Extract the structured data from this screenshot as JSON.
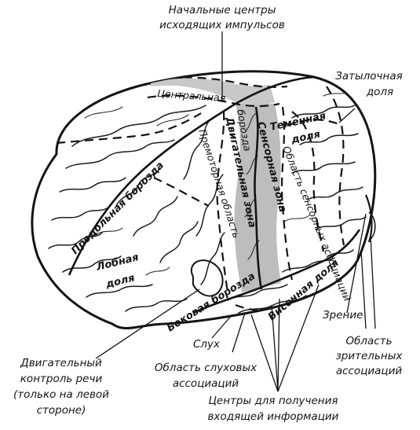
{
  "labels": {
    "outgoing_centers": [
      "Начальные центры",
      "исходящих импульсов"
    ],
    "occipital_lobe": [
      "Затылочная",
      "доля"
    ],
    "central_sulcus": "Центральная",
    "sulcus_word": "борозда",
    "motor_zone": "Двигательная зона",
    "sensory_zone": "Сенсорная зона",
    "parietal_lobe": [
      "Теменная",
      "доля"
    ],
    "longitudinal_sulcus": "Продольная борозда",
    "premotor_area": "Премоторная область",
    "sensory_assoc": "Область сенсорных ассоциаций",
    "frontal_lobe": [
      "Лобная",
      "доля"
    ],
    "lateral_sulcus": "Боковая борозда",
    "temporal_lobe": "Височная доля",
    "vision": "Зрение",
    "visual_assoc": [
      "Область",
      "зрительных",
      "ассоциаций"
    ],
    "hearing": "Слух",
    "speech_motor": [
      "Двигательный",
      "контроль речи",
      "(только на левой",
      "стороне)"
    ],
    "auditory_assoc": [
      "Область слуховых",
      "ассоциаций"
    ],
    "incoming_centers": [
      "Центры для получения",
      "входящей информации"
    ]
  },
  "colors": {
    "zone_fill": "#bdbdbd",
    "ink": "#141414",
    "paper": "#ffffff"
  }
}
